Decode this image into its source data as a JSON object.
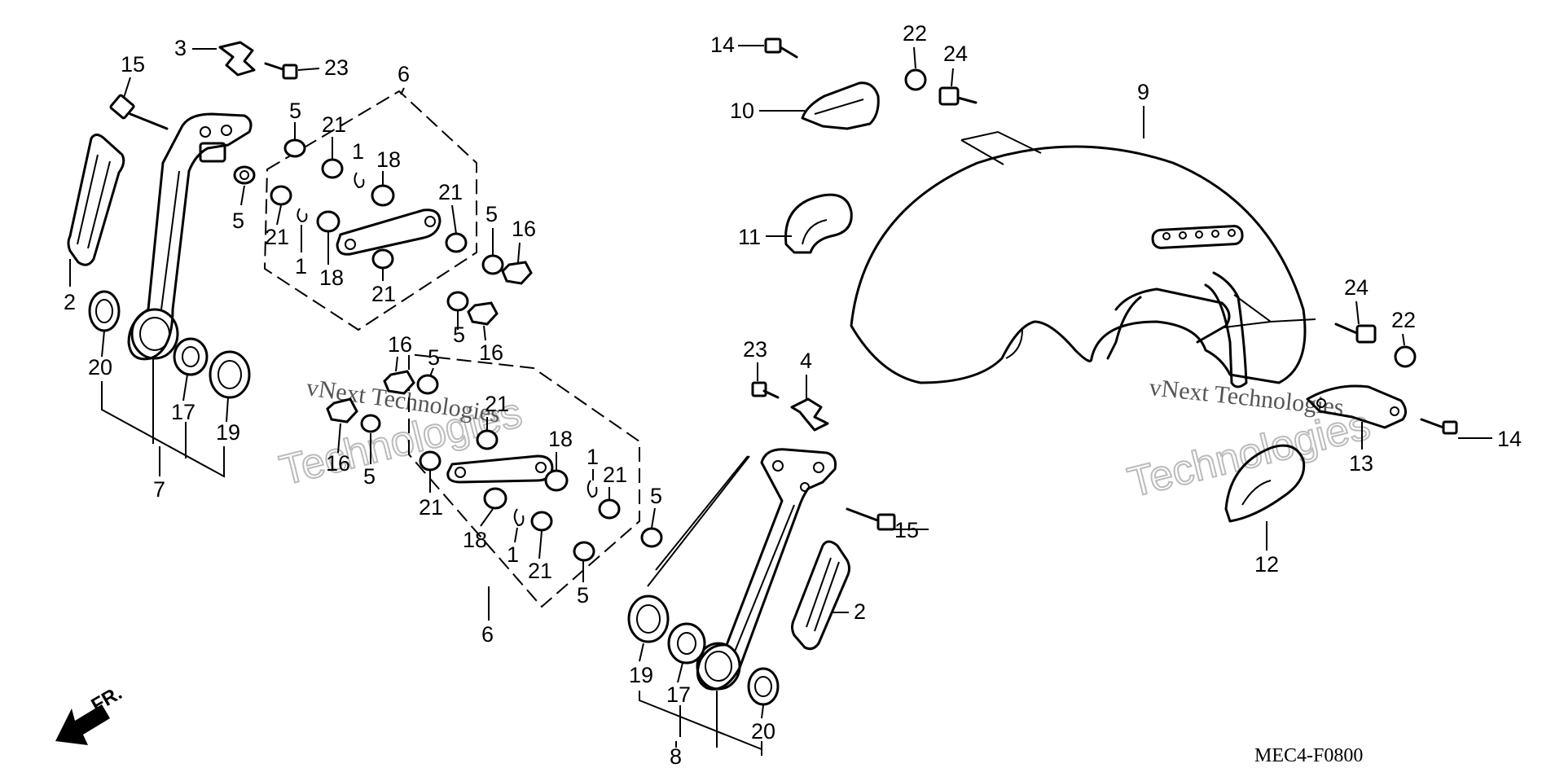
{
  "diagram": {
    "code": "MEC4-F0800",
    "direction_label": "FR.",
    "watermark_line1": "vNext Technologies",
    "watermark_line2": "Technologies",
    "callouts": {
      "c1a": "1",
      "c1b": "1",
      "c1c": "1",
      "c1d": "1",
      "c2a": "2",
      "c2b": "2",
      "c3": "3",
      "c4": "4",
      "c5a": "5",
      "c5b": "5",
      "c5c": "5",
      "c5d": "5",
      "c5e": "5",
      "c5f": "5",
      "c5g": "5",
      "c5h": "5",
      "c6a": "6",
      "c6b": "6",
      "c7": "7",
      "c8": "8",
      "c9": "9",
      "c10": "10",
      "c11": "11",
      "c12": "12",
      "c13": "13",
      "c14a": "14",
      "c14b": "14",
      "c15a": "15",
      "c15b": "15",
      "c16a": "16",
      "c16b": "16",
      "c16c": "16",
      "c16d": "16",
      "c17a": "17",
      "c17b": "17",
      "c18a": "18",
      "c18b": "18",
      "c18c": "18",
      "c18d": "18",
      "c19a": "19",
      "c19b": "19",
      "c20a": "20",
      "c20b": "20",
      "c21a": "21",
      "c21b": "21",
      "c21c": "21",
      "c21d": "21",
      "c21e": "21",
      "c21f": "21",
      "c21g": "21",
      "c21h": "21",
      "c22a": "22",
      "c22b": "22",
      "c23a": "23",
      "c23b": "23",
      "c24a": "24",
      "c24b": "24"
    }
  }
}
